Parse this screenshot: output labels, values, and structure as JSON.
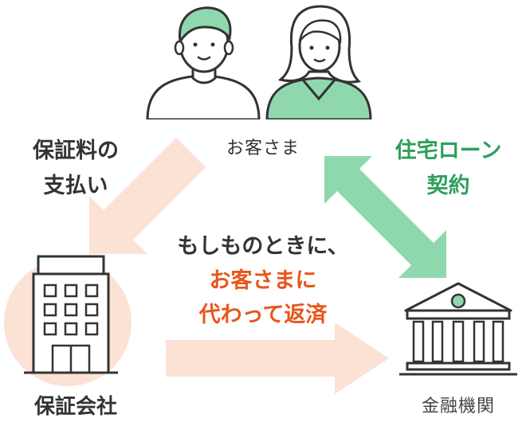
{
  "diagram": {
    "customer_label": "お客さま",
    "fee_label": {
      "line1": "保証料の",
      "line2": "支払い"
    },
    "loan_label": {
      "line1": "住宅ローン",
      "line2": "契約"
    },
    "middle_text": {
      "line1": "もしものときに、",
      "line2": "お客さまに",
      "line3": "代わって返済"
    },
    "company_label": "保証会社",
    "bank_label": "金融機関"
  },
  "colors": {
    "peach": "#fbe2d5",
    "green": "#8fd8ae",
    "green_text": "#2f9e5b",
    "accent_orange": "#e8561b",
    "outline": "#333333"
  },
  "icons": [
    "man-icon",
    "woman-icon",
    "office-building-icon",
    "bank-icon"
  ]
}
